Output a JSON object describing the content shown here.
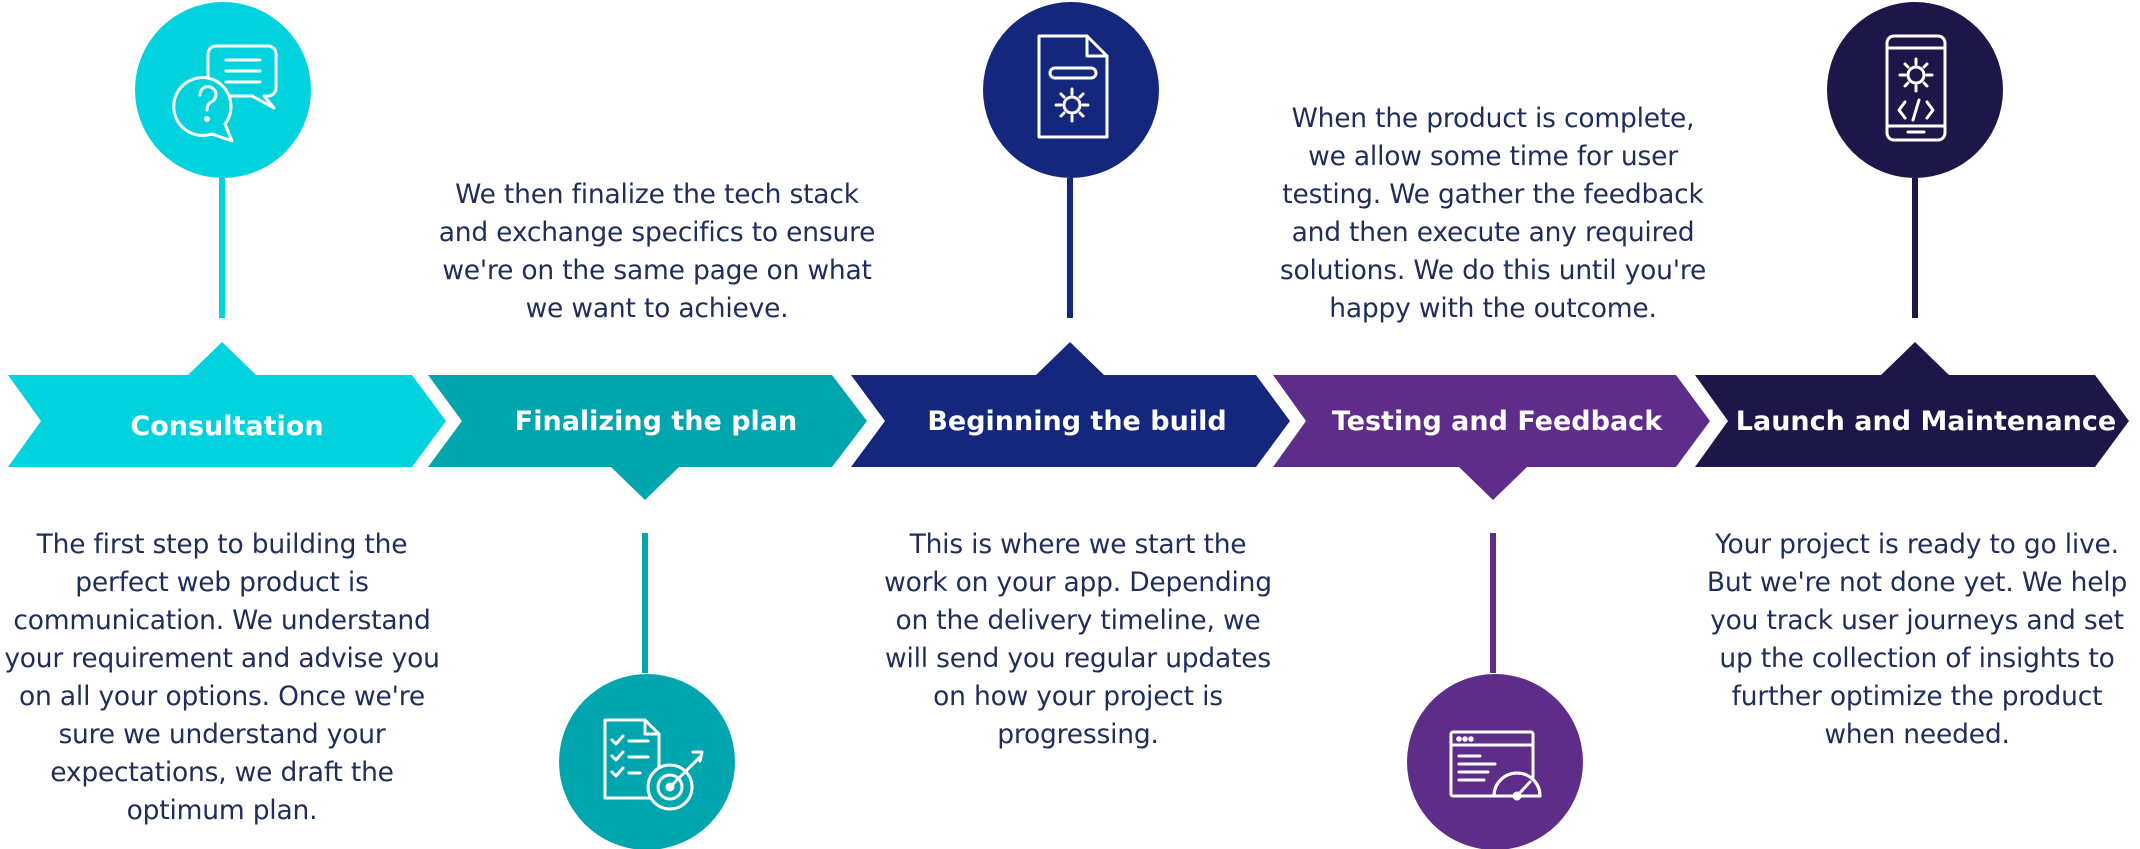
{
  "steps": [
    {
      "label": "Consultation",
      "description": "The first step to building the perfect web product is communication. We understand your requirement and advise you on all your options. Once we're sure we understand your expectations, we draft the optimum plan.",
      "color": "#00d3de",
      "icon": "chat-question-icon"
    },
    {
      "label": "Finalizing the plan",
      "description": "We then finalize the tech stack and exchange specifics to ensure we're on the same page on what we want to achieve.",
      "color": "#00a5ad",
      "icon": "checklist-target-icon"
    },
    {
      "label": "Beginning the build",
      "description": "This is where we start the work on your app. Depending on the delivery timeline, we will send you regular updates on how your project is progressing.",
      "color": "#15277c",
      "icon": "document-gear-icon"
    },
    {
      "label": "Testing and Feedback",
      "description": "When the product is complete, we allow some time for user testing. We gather the feedback and then execute any required solutions. We do this until you're happy with the outcome.",
      "color": "#5e2d8a",
      "icon": "browser-gauge-icon"
    },
    {
      "label": "Launch and Maintenance",
      "description": "Your project is ready to go live. But we're not done yet. We help you track user journeys and set up the collection of insights to further optimize the product when needed.",
      "color": "#1d1648",
      "icon": "phone-code-gear-icon"
    }
  ]
}
